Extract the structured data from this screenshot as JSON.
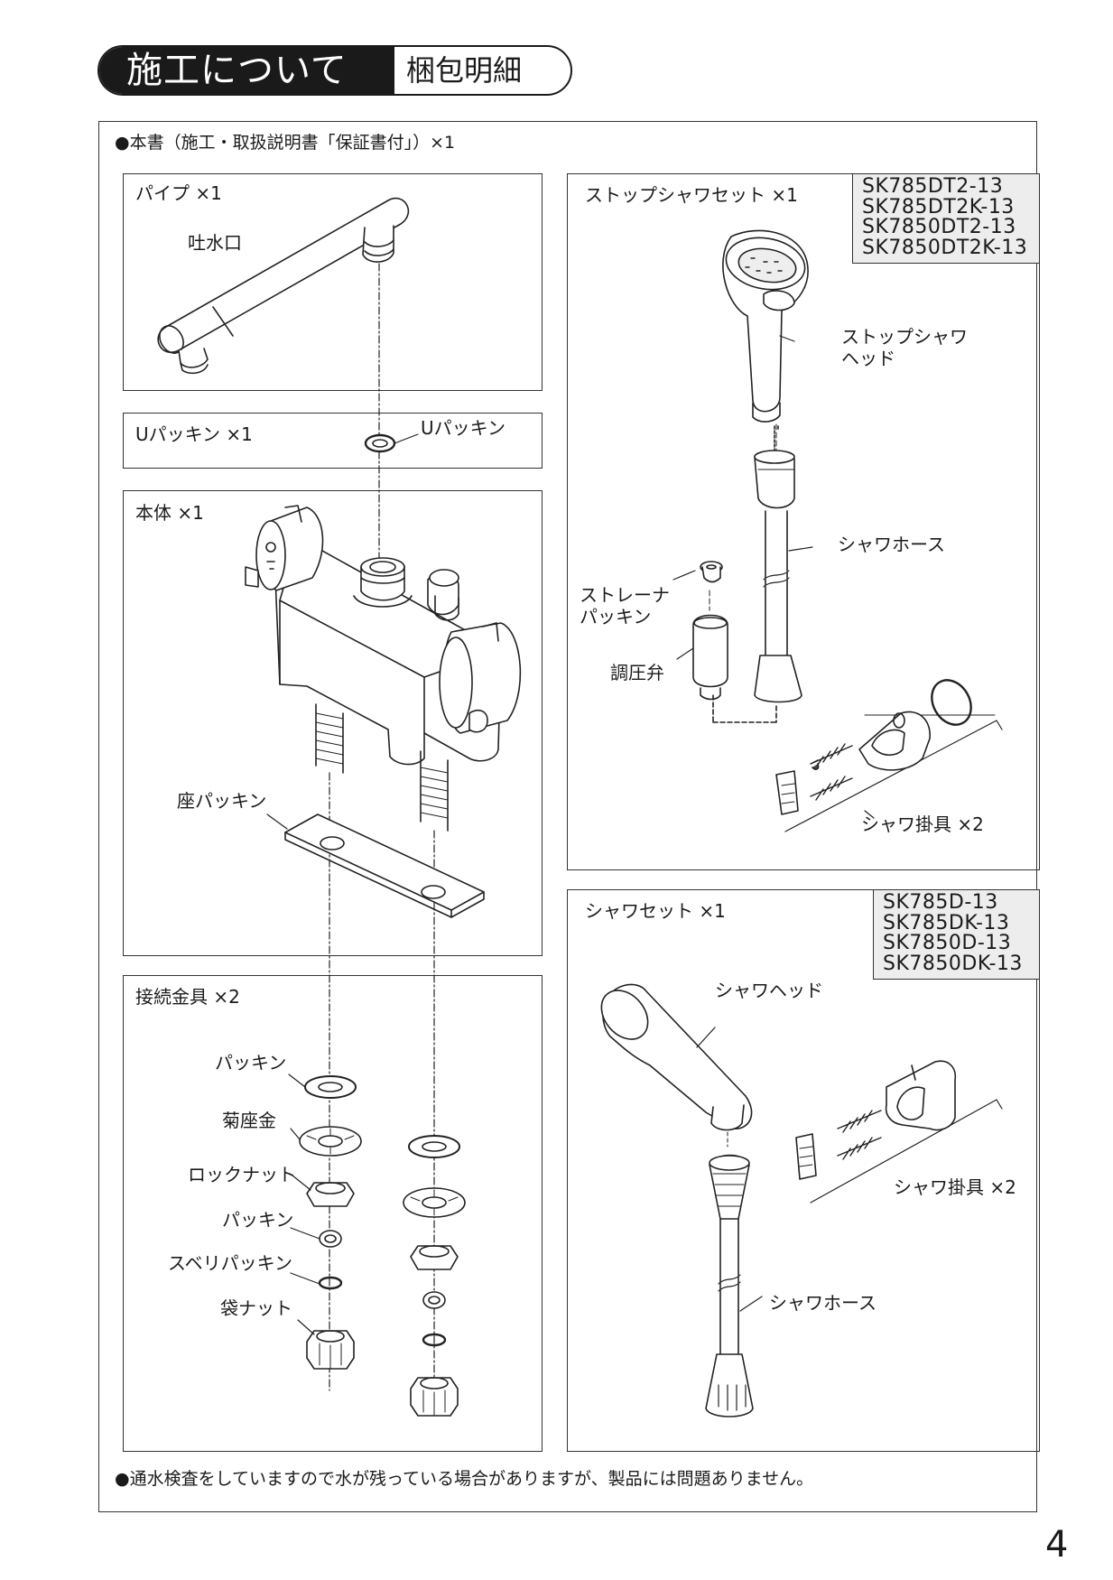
{
  "header": {
    "title": "施工について",
    "subtitle": "梱包明細"
  },
  "intro": "●本書（施工・取扱説明書「保証書付」）×1",
  "footnote": "●通水検査をしていますので水が残っている場合がありますが、製品には問題ありません。",
  "page_number": "4",
  "panels": {
    "pipe": {
      "title": "パイプ ×1",
      "labels": {
        "spout": "吐水口"
      }
    },
    "upacking": {
      "title": "Uパッキン ×1",
      "labels": {
        "upacking": "Uパッキン"
      }
    },
    "body": {
      "title": "本体 ×1",
      "labels": {
        "seat_packing": "座パッキン"
      }
    },
    "fittings": {
      "title": "接続金具 ×2",
      "labels": {
        "packing1": "パッキン",
        "washer": "菊座金",
        "locknut": "ロックナット",
        "packing2": "パッキン",
        "slip_packing": "スベリパッキン",
        "cap_nut": "袋ナット"
      }
    },
    "stop_shower": {
      "title": "ストップシャワセット ×1",
      "models": [
        "SK785DT2-13",
        "SK785DT2K-13",
        "SK7850DT2-13",
        "SK7850DT2K-13"
      ],
      "labels": {
        "head_line1": "ストップシャワ",
        "head_line2": "ヘッド",
        "hose": "シャワホース",
        "strainer_line1": "ストレーナ",
        "strainer_line2": "パッキン",
        "regulator": "調圧弁",
        "holder": "シャワ掛具 ×2"
      }
    },
    "shower": {
      "title": "シャワセット ×1",
      "models": [
        "SK785D-13",
        "SK785DK-13",
        "SK7850D-13",
        "SK7850DK-13"
      ],
      "labels": {
        "head": "シャワヘッド",
        "holder": "シャワ掛具 ×2",
        "hose": "シャワホース"
      }
    }
  }
}
